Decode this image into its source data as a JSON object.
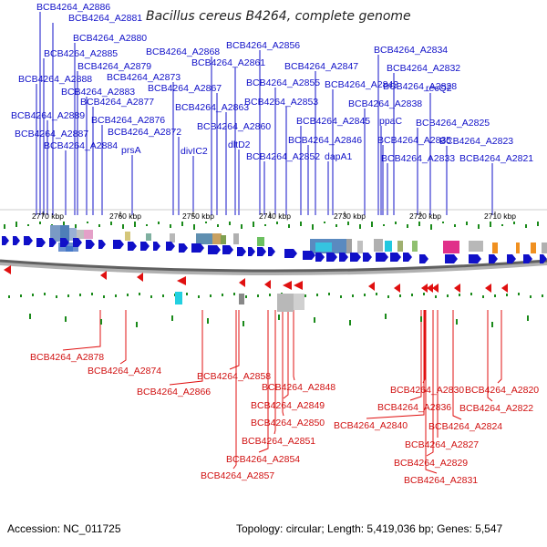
{
  "header": {
    "title": "Bacillus cereus B4264, complete genome"
  },
  "footer": {
    "accession": "Accession: NC_011725",
    "topology": "Topology: circular; Length: 5,419,036 bp; Genes: 5,547"
  },
  "scale_ticks": [
    "2770 kbp",
    "2760 kbp",
    "2750 kbp",
    "2740 kbp",
    "2730 kbp",
    "2720 kbp",
    "2710 kbp"
  ],
  "plus_strand_genes": [
    "BCB4264_A2886",
    "BCB4264_A2881",
    "BCB4264_A2880",
    "BCB4264_A2885",
    "BCB4264_A2868",
    "BCB4264_A2856",
    "BCB4264_A2834",
    "BCB4264_A2879",
    "BCB4264_A2861",
    "BCB4264_A2847",
    "BCB4264_A2832",
    "BCB4264_A2888",
    "BCB4264_A2873",
    "BCB4264_A2883",
    "BCB4264_A2867",
    "BCB4264_A2855",
    "BCB4264_A2842",
    "BCB4264_A2828",
    "BCB4264_A2877",
    "BCB4264_A2863",
    "BCB4264_A2853",
    "BCB4264_A2838",
    "BCB4264_A2889",
    "BCB4264_A2876",
    "BCB4264_A2845",
    "ppaC",
    "BCB4264_A2825",
    "BCB4264_A2887",
    "BCB4264_A2872",
    "BCB4264_A2860",
    "BCB4264_A2846",
    "BCB4264_A2835",
    "BCB4264_A2823",
    "BCB4264_A2884",
    "prsA",
    "divIC2",
    "dltD2",
    "BCB4264_A2852",
    "dapA1",
    "BCB4264_A2833",
    "BCB4264_A2821",
    "recQ2"
  ],
  "minus_strand_genes": [
    "BCB4264_A2878",
    "BCB4264_A2874",
    "BCB4264_A2866",
    "BCB4264_A2858",
    "BCB4264_A2848",
    "BCB4264_A2849",
    "BCB4264_A2850",
    "BCB4264_A2851",
    "BCB4264_A2854",
    "BCB4264_A2857",
    "BCB4264_A2830",
    "BCB4264_A2820",
    "BCB4264_A2836",
    "BCB4264_A2822",
    "BCB4264_A2840",
    "BCB4264_A2824",
    "BCB4264_A2827",
    "BCB4264_A2829",
    "BCB4264_A2831"
  ],
  "colors": {
    "plus_strand": "#1010c8",
    "minus_strand": "#e01010",
    "backbone": "#808080",
    "tick_marks": "#1a8a1a"
  }
}
